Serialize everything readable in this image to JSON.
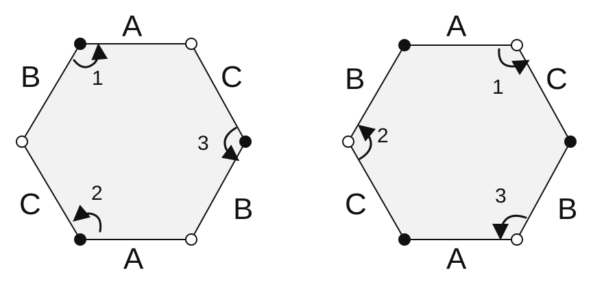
{
  "diagrams": [
    {
      "side_labels": {
        "top": "A",
        "upper_left": "B",
        "upper_right": "C",
        "lower_left": "C",
        "lower_right": "B",
        "bottom": "A"
      },
      "vertices": {
        "top_left": "filled",
        "top_right": "open",
        "left": "open",
        "right": "filled",
        "bottom_left": "filled",
        "bottom_right": "open"
      },
      "rotation_labels": [
        "1",
        "2",
        "3"
      ]
    },
    {
      "side_labels": {
        "top": "A",
        "upper_left": "B",
        "upper_right": "C",
        "lower_left": "C",
        "lower_right": "B",
        "bottom": "A"
      },
      "vertices": {
        "top_left": "filled",
        "top_right": "open",
        "left": "open",
        "right": "filled",
        "bottom_left": "filled",
        "bottom_right": "open"
      },
      "rotation_labels": [
        "1",
        "2",
        "3"
      ]
    }
  ],
  "colors": {
    "fill": "#f2f2f2",
    "stroke": "#111111"
  }
}
